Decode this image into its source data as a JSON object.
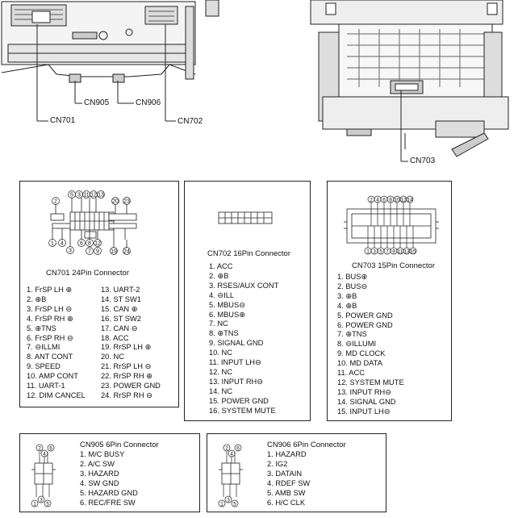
{
  "callouts": {
    "cn701": "CN701",
    "cn702": "CN702",
    "cn703": "CN703",
    "cn905": "CN905",
    "cn906": "CN906"
  },
  "cn701": {
    "title": "CN701  24Pin Connector",
    "left_pins": [
      "1. FrSP LH ⊕",
      "2. ⊕B",
      "3. FrSP LH ⊖",
      "4. FrSP RH ⊕",
      "5. ⊕TNS",
      "6. FrSP RH ⊖",
      "7. ⊖ILLMI",
      "8. ANT CONT",
      "9. SPEED",
      "10. AMP CONT",
      "11. UART-1",
      "12. DIM CANCEL"
    ],
    "right_pins": [
      "13. UART-2",
      "14. ST SW1",
      "15. CAN ⊕",
      "16. ST SW2",
      "17. CAN ⊖",
      "18. ACC",
      "19. RrSP LH ⊕",
      "20. NC",
      "21. RrSP LH ⊖",
      "22. RrSP RH ⊕",
      "23. POWER GND",
      "24. RrSP RH ⊖"
    ]
  },
  "cn702": {
    "title": "CN702  16Pin Connector",
    "pins": [
      "1.   ACC",
      "2.   ⊕B",
      "3.   RSES/AUX CONT",
      "4.   ⊖ILL",
      "5.   MBUS⊖",
      "6.   MBUS⊕",
      "7.   NC",
      "8.   ⊕TNS",
      "9.   SIGNAL GND",
      "10. NC",
      "11. INPUT LH⊖",
      "12. NC",
      "13. INPUT RH⊖",
      "14. NC",
      "15. POWER GND",
      "16. SYSTEM MUTE"
    ]
  },
  "cn703": {
    "title": "CN703  15Pin Connector",
    "pins": [
      "1.   BUS⊕",
      "2.   BUS⊖",
      "3.   ⊕B",
      "4.   ⊕B",
      "5.   POWER GND",
      "6.   POWER GND",
      "7.   ⊕TNS",
      "8.   ⊖ILLUMI",
      "9.   MD CLOCK",
      "10. MD DATA",
      "11. ACC",
      "12. SYSTEM MUTE",
      "13. INPUT RH⊖",
      "14. SIGNAL GND",
      "15. INPUT LH⊖"
    ]
  },
  "cn905": {
    "title": "CN905  6Pin Connector",
    "pins": [
      "1.   M/C BUSY",
      "2.   A/C  SW",
      "3.   HAZARD",
      "4.   SW  GND",
      "5.   HAZARD  GND",
      "6.   REC/FRE  SW"
    ]
  },
  "cn906": {
    "title": "CN906  6Pin Connector",
    "pins": [
      "1.   HAZARD",
      "2.   IG2",
      "3.   DATAIN",
      "4.   RDEF  SW",
      "5.   AMB  SW",
      "6.   H/C  CLK"
    ]
  },
  "pin_numbers": {
    "cn701_top": [
      "2",
      "5",
      "3",
      "11",
      "12",
      "13",
      "20",
      "23"
    ],
    "cn701_bottom": [
      "1",
      "4",
      "3",
      "6",
      "8",
      "12",
      "7",
      "9",
      "19",
      "24"
    ],
    "cn703_top": [
      "2",
      "4",
      "6",
      "8",
      "10",
      "12",
      "14"
    ],
    "cn703_bottom": [
      "1",
      "3",
      "5",
      "7",
      "9",
      "11",
      "13",
      "15"
    ],
    "cn905_top": [
      "2",
      "6",
      "4"
    ],
    "cn905_bottom": [
      "1",
      "3",
      "5"
    ],
    "cn906_top": [
      "2",
      "6",
      "4"
    ],
    "cn906_bottom": [
      "1",
      "3",
      "5"
    ]
  }
}
